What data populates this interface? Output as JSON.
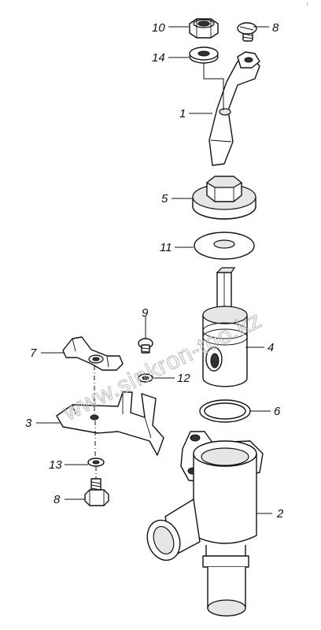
{
  "watermark": "www.sinkron-too.kz",
  "corner_mark": "f",
  "callouts": [
    {
      "id": "c10",
      "text": "10"
    },
    {
      "id": "c8a",
      "text": "8"
    },
    {
      "id": "c14",
      "text": "14"
    },
    {
      "id": "c1",
      "text": "1"
    },
    {
      "id": "c5",
      "text": "5"
    },
    {
      "id": "c11",
      "text": "11"
    },
    {
      "id": "c9",
      "text": "9"
    },
    {
      "id": "c7",
      "text": "7"
    },
    {
      "id": "c4",
      "text": "4"
    },
    {
      "id": "c12",
      "text": "12"
    },
    {
      "id": "c3",
      "text": "3"
    },
    {
      "id": "c6",
      "text": "6"
    },
    {
      "id": "c13",
      "text": "13"
    },
    {
      "id": "c8b",
      "text": "8"
    },
    {
      "id": "c2",
      "text": "2"
    }
  ]
}
